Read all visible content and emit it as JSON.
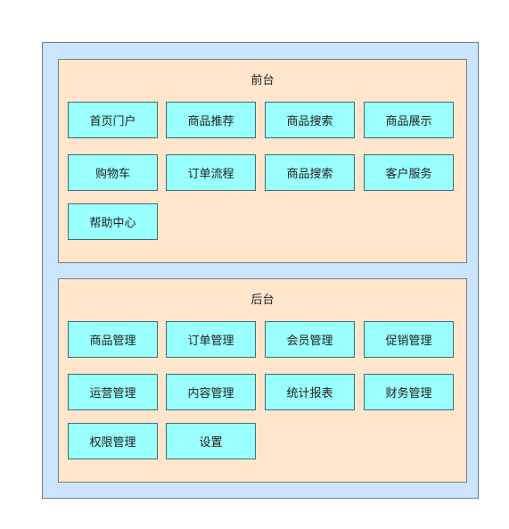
{
  "front": {
    "title": "前台",
    "modules": [
      "首页门户",
      "商品推荐",
      "商品搜索",
      "商品展示",
      "购物车",
      "订单流程",
      "商品搜索",
      "客户服务",
      "帮助中心"
    ]
  },
  "back": {
    "title": "后台",
    "modules": [
      "商品管理",
      "订单管理",
      "会员管理",
      "促销管理",
      "运营管理",
      "内容管理",
      "统计报表",
      "财务管理",
      "权限管理",
      "设置"
    ]
  },
  "colors": {
    "outer_fill": "#cce5ff",
    "section_fill": "#ffe6cc",
    "module_fill": "#99ffff"
  }
}
